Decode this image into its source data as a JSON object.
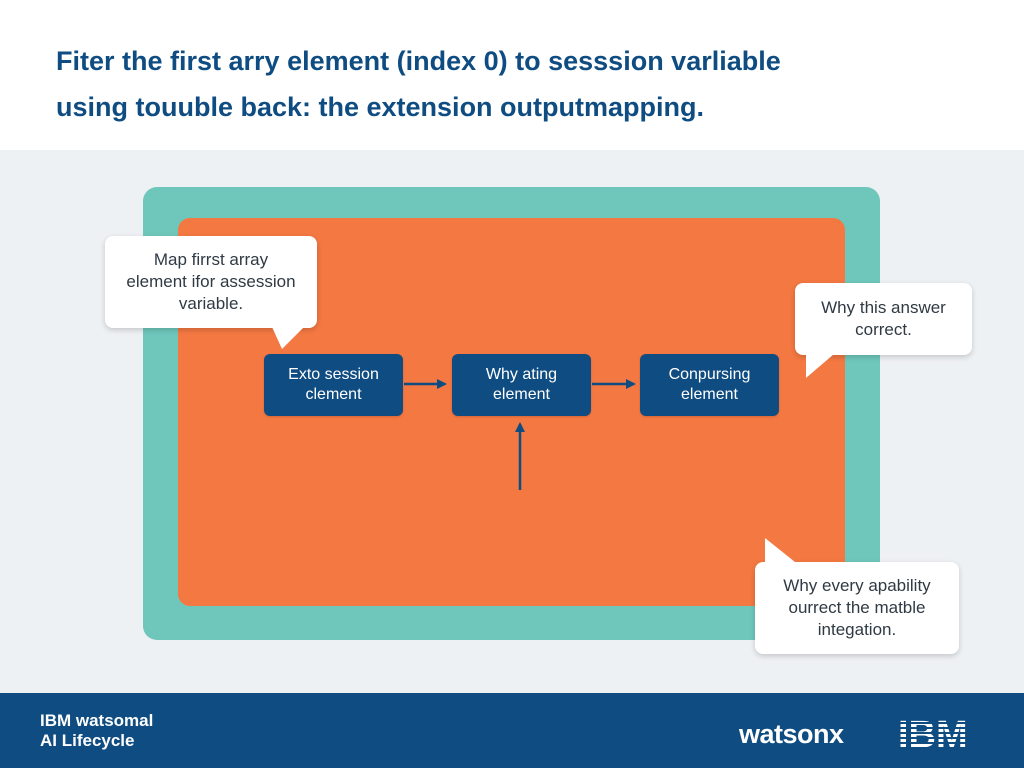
{
  "header": {
    "title_line1": "Fiter the first arry element (index 0) to sesssion varliable",
    "title_line2": "using touuble back: the extension outputmapping."
  },
  "diagram": {
    "nodes": [
      {
        "line1": "Exto session",
        "line2": "clement"
      },
      {
        "line1": "Why ating",
        "line2": "element"
      },
      {
        "line1": "Conpursing",
        "line2": "element"
      }
    ],
    "callouts": {
      "top_left": {
        "line1": "Map firrst array",
        "line2": "element ifor assession",
        "line3": "variable."
      },
      "right": {
        "line1": "Why this answer",
        "line2": "correct."
      },
      "bottom_right": {
        "line1": "Why every apability",
        "line2": "ourrect the matble",
        "line3": "integation."
      }
    }
  },
  "footer": {
    "line1": "IBM watsomal",
    "line2": "AI Lifecycle",
    "brand_watsonx": "watsonx",
    "brand_ibm": "IBM"
  },
  "colors": {
    "primary_blue": "#0f4c81",
    "orange": "#f47842",
    "teal": "#6fc7bb",
    "callout_text": "#2f3a44"
  }
}
